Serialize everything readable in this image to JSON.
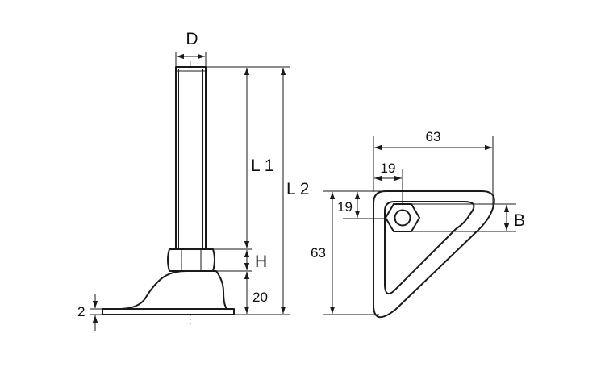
{
  "side_view": {
    "dim_diameter": "D",
    "dim_l1": "L 1",
    "dim_l2": "L 2",
    "dim_nut_height": "H",
    "dim_base_height": "20",
    "dim_base_thickness": "2"
  },
  "top_view": {
    "dim_width": "63",
    "dim_hole_x": "19",
    "dim_hole_y": "19",
    "dim_height": "63",
    "dim_nut_size": "B"
  }
}
